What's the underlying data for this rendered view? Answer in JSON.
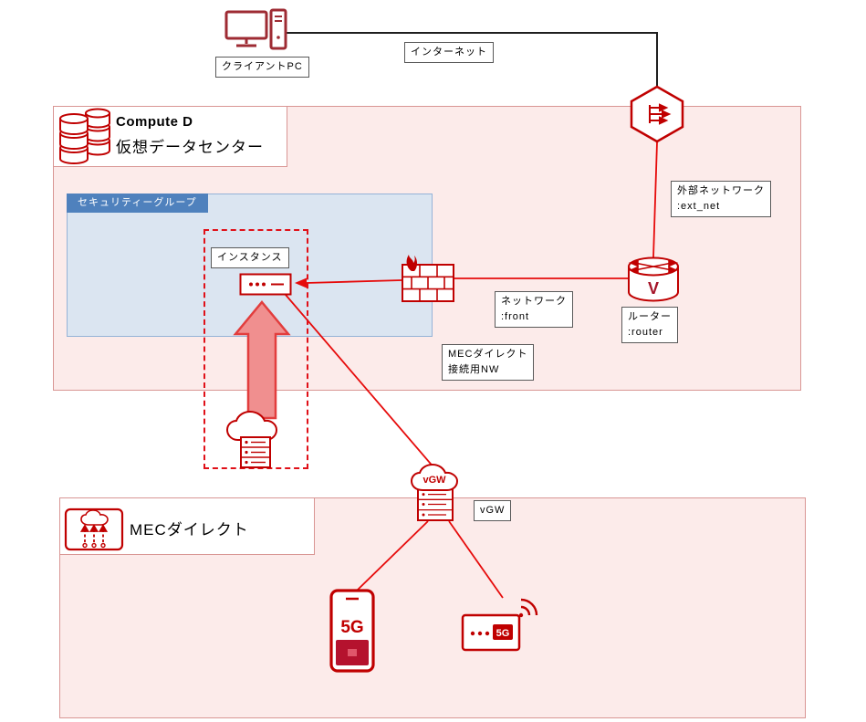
{
  "colors": {
    "icon_red": "#c00000",
    "dark_red": "#9e2b33",
    "line_red": "#e60b0b",
    "black_line": "#1f1f1f",
    "pink_fill": "#fcebea",
    "pink_border": "#d99694",
    "blue_fill": "#dbe5f1",
    "blue_border": "#95b3d7",
    "blue_header": "#4f81bd",
    "dashed_red": "#e01018",
    "arrow_fill": "#f08f8f"
  },
  "nodes": {
    "client_pc": {
      "label": "クライアントPC"
    },
    "internet": {
      "label": "インターネット"
    },
    "datacenter": {
      "title": "Compute D",
      "subtitle": "仮想データセンター"
    },
    "security_group": {
      "label": "セキュリティーグループ"
    },
    "instance": {
      "label": "インスタンス"
    },
    "network_front": {
      "line1": "ネットワーク",
      "line2": ":front"
    },
    "ext_net": {
      "line1": "外部ネットワーク",
      "line2": ":ext_net"
    },
    "router": {
      "line1": "ルーター",
      "line2": ":router",
      "icon_letter": "V"
    },
    "mec_nw": {
      "line1": "MECダイレクト",
      "line2": "接続用NW"
    },
    "vgw": {
      "box_label": "vGW",
      "cloud_label": "vGW"
    },
    "mec_direct": {
      "label": "MECダイレクト"
    },
    "phone": {
      "label": "5G"
    },
    "device": {
      "label": "5G"
    }
  }
}
